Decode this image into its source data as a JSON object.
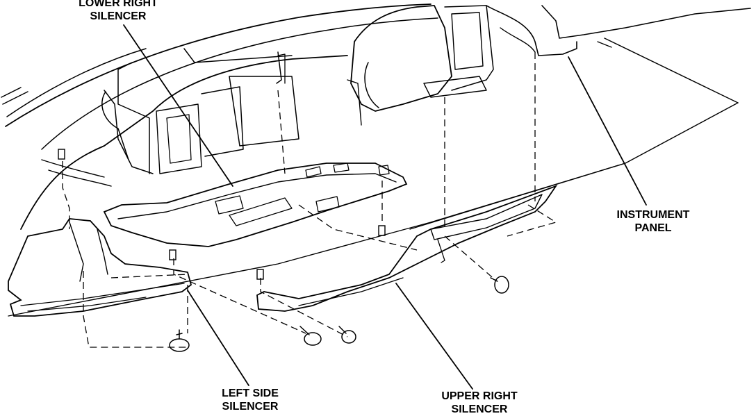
{
  "labels": {
    "lower_right_silencer": {
      "line1": "LOWER RIGHT",
      "line2": "SILENCER"
    },
    "instrument_panel": {
      "line1": "INSTRUMENT",
      "line2": "PANEL"
    },
    "left_side_silencer": {
      "line1": "LEFT SIDE",
      "line2": "SILENCER"
    },
    "upper_right_silencer": {
      "line1": "UPPER RIGHT",
      "line2": "SILENCER"
    }
  },
  "colors": {
    "ink": "#000000",
    "background": "#ffffff"
  }
}
